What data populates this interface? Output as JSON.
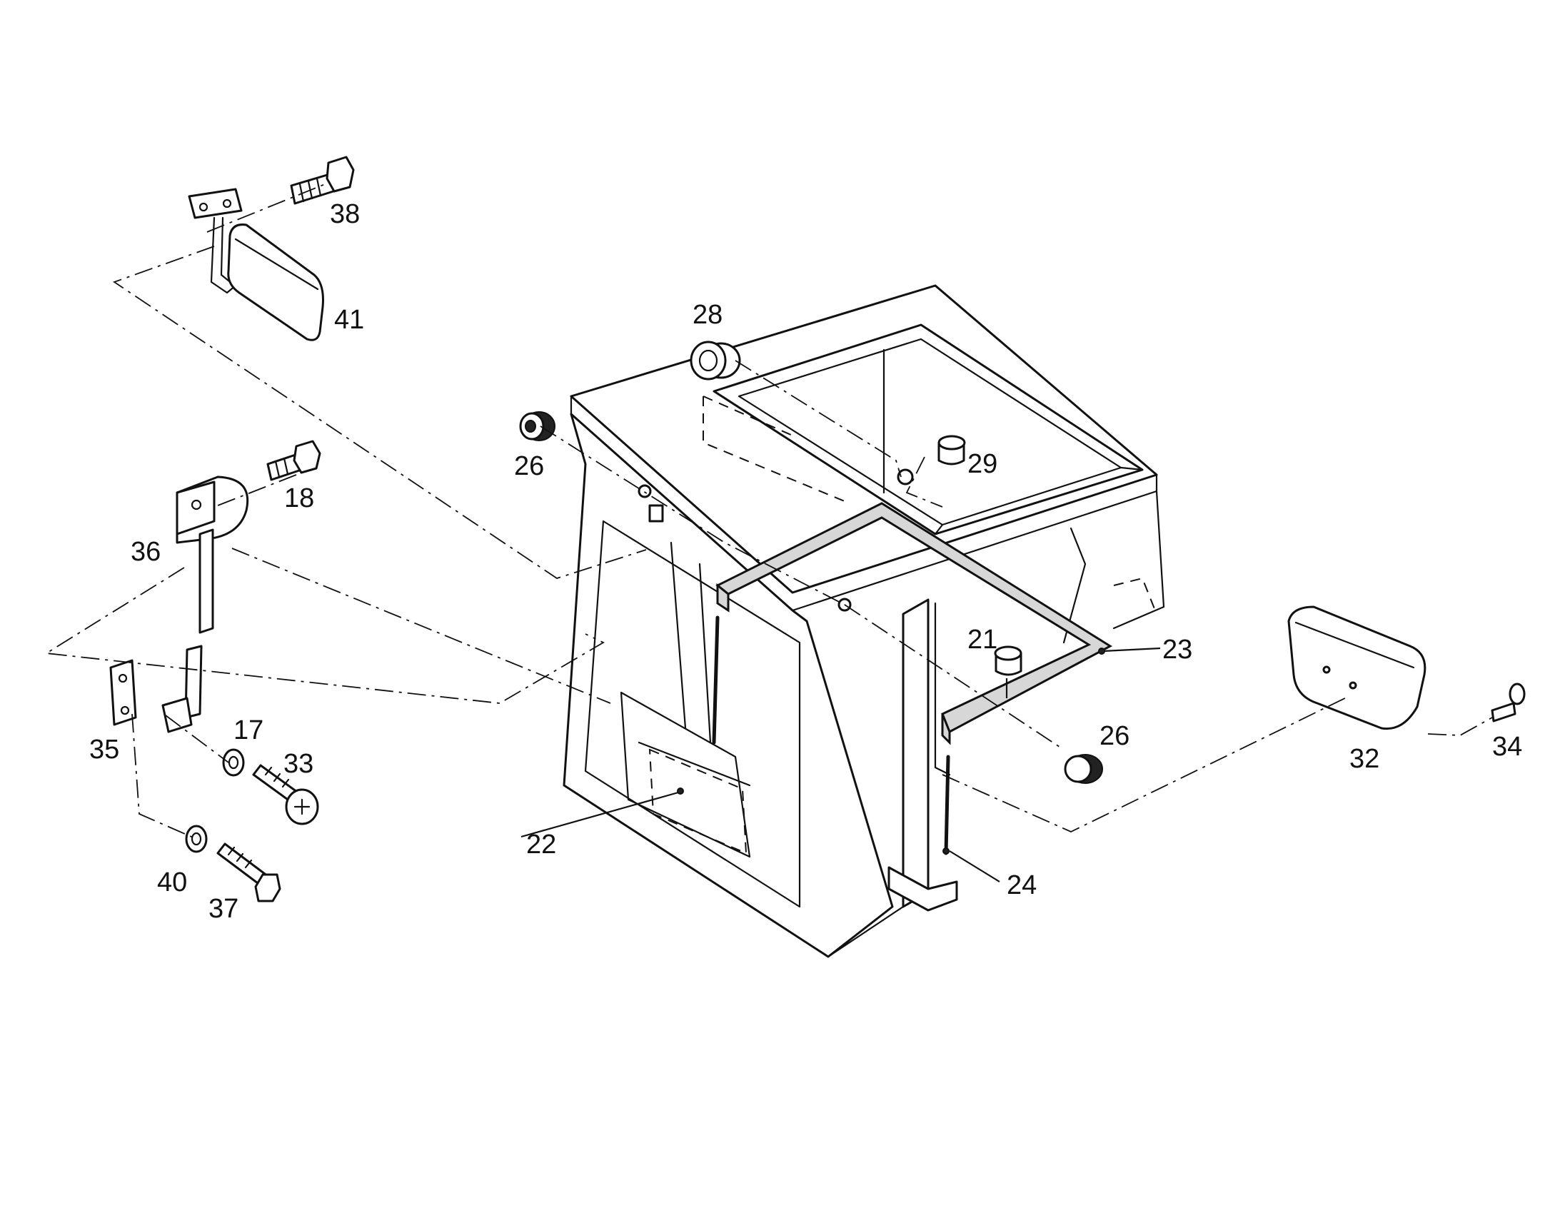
{
  "callouts": {
    "c17": "17",
    "c18": "18",
    "c21": "21",
    "c22": "22",
    "c23": "23",
    "c24": "24",
    "c26a": "26",
    "c26b": "26",
    "c28": "28",
    "c29": "29",
    "c32": "32",
    "c33": "33",
    "c34": "34",
    "c35": "35",
    "c36": "36",
    "c37": "37",
    "c38": "38",
    "c40": "40",
    "c41": "41"
  }
}
